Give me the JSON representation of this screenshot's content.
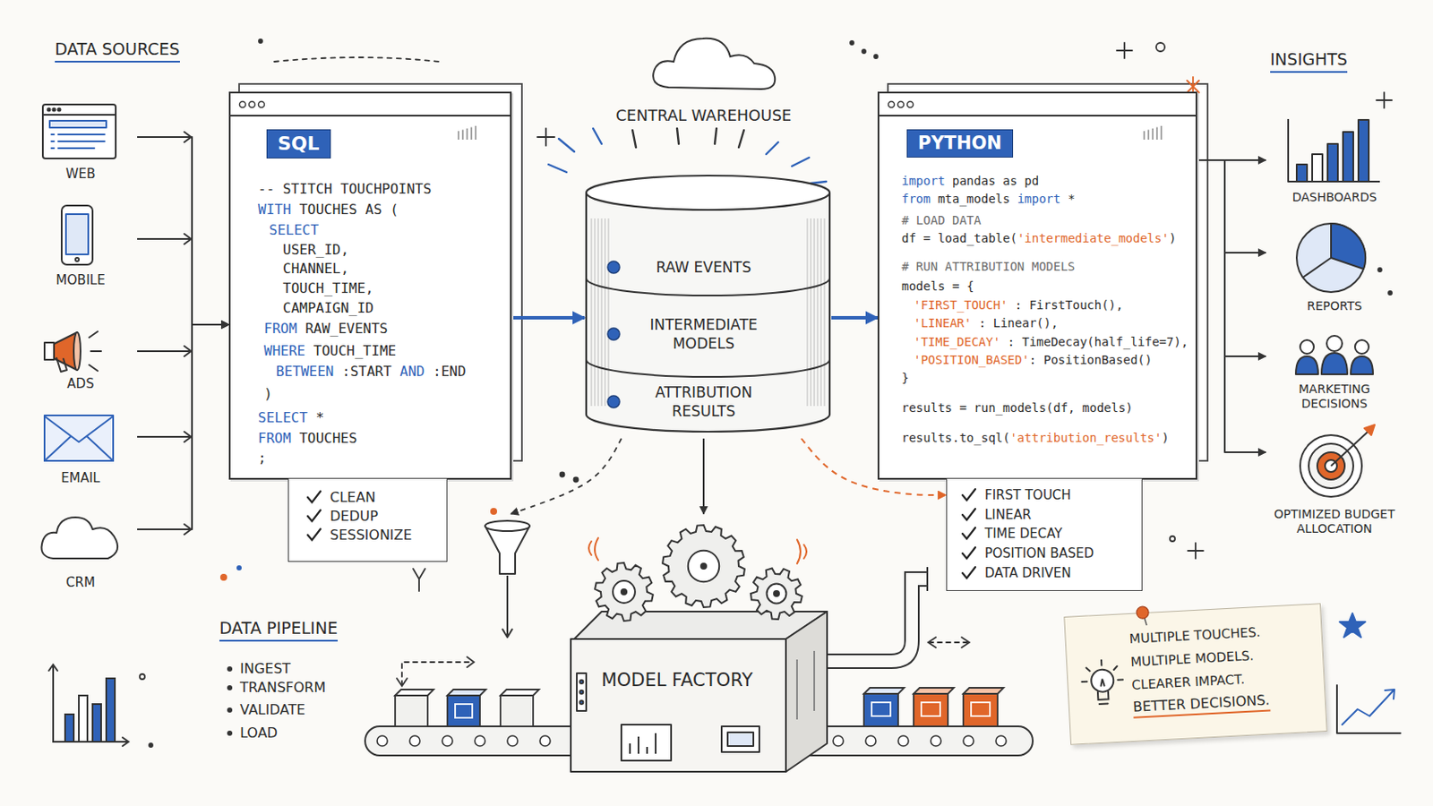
{
  "diagram": {
    "nodes": [
      {
        "text": [
          "WEB"
        ]
      },
      {
        "text": [
          "MOBILE"
        ]
      },
      {
        "text": [
          "ADS"
        ]
      },
      {
        "text": [
          "EMAIL"
        ]
      },
      {
        "text": [
          "CRM"
        ]
      },
      {
        "text": [
          "SQL",
          "-- STITCH TOUCHPOINTS",
          "WITH TOUCHES AS (",
          "SELECT",
          "USER_ID,",
          "CHANNEL,",
          "TOUCH_TIME,",
          "CAMPAIGN_ID",
          "FROM RAW_EVENTS",
          "WHERE TOUCH_TIME",
          "BETWEEN :START AND :END",
          ")",
          "SELECT *",
          "FROM TOUCHES",
          ";"
        ]
      },
      {
        "text": [
          "CLEAN",
          "DEDUP",
          "SESSIONIZE"
        ]
      },
      {
        "text": [
          "CENTRAL WAREHOUSE",
          "RAW EVENTS",
          "INTERMEDIATE MODELS",
          "ATTRIBUTION RESULTS"
        ]
      },
      {
        "text": [
          "PYTHON",
          "import pandas as pd",
          "from mta_models import *",
          "# LOAD DATA",
          "df = load_table('intermediate_models')",
          "# RUN ATTRIBUTION MODELS",
          "models = {",
          "'FIRST_TOUCH' : FirstTouch(),",
          "'LINEAR' : Linear(),",
          "'TIME_DECAY' : TimeDecay(half_life=7),",
          "'POSITION_BASED': PositionBased()",
          "}",
          "results = run_models(df, models)",
          "results.to_sql('attribution_results')"
        ]
      },
      {
        "text": [
          "FIRST TOUCH",
          "LINEAR",
          "TIME DECAY",
          "POSITION BASED",
          "DATA DRIVEN"
        ]
      },
      {
        "text": [
          "MODEL FACTORY"
        ]
      },
      {
        "text": [
          "DASHBOARDS"
        ]
      },
      {
        "text": [
          "REPORTS"
        ]
      },
      {
        "text": [
          "MARKETING DECISIONS"
        ]
      },
      {
        "text": [
          "OPTIMIZED BUDGET ALLOCATION"
        ]
      },
      {
        "text": [
          "MULTIPLE TOUCHES.",
          "MULTIPLE MODELS.",
          "CLEARER IMPACT.",
          "BETTER DECISIONS."
        ]
      }
    ],
    "edges": [
      {
        "from": 0,
        "to": 5,
        "arrow": "to"
      },
      {
        "from": 1,
        "to": 5,
        "arrow": "to"
      },
      {
        "from": 2,
        "to": 5,
        "arrow": "to"
      },
      {
        "from": 3,
        "to": 5,
        "arrow": "to"
      },
      {
        "from": 4,
        "to": 5,
        "arrow": "to"
      },
      {
        "from": 5,
        "to": 7,
        "arrow": "to"
      },
      {
        "from": 7,
        "to": 8,
        "arrow": "to"
      },
      {
        "from": 8,
        "to": 11,
        "arrow": "to"
      },
      {
        "from": 8,
        "to": 12,
        "arrow": "to"
      },
      {
        "from": 8,
        "to": 13,
        "arrow": "to"
      },
      {
        "from": 8,
        "to": 14,
        "arrow": "to"
      },
      {
        "from": 7,
        "to": 10,
        "arrow": "to"
      },
      {
        "from": 7,
        "to": 10,
        "arrow": "to"
      },
      {
        "from": 7,
        "to": 9,
        "arrow": "to"
      }
    ],
    "labels": [
      "DATA SOURCES",
      "INSIGHTS",
      "DATA PIPELINE",
      "INGEST",
      "TRANSFORM",
      "VALIDATE",
      "LOAD"
    ]
  }
}
